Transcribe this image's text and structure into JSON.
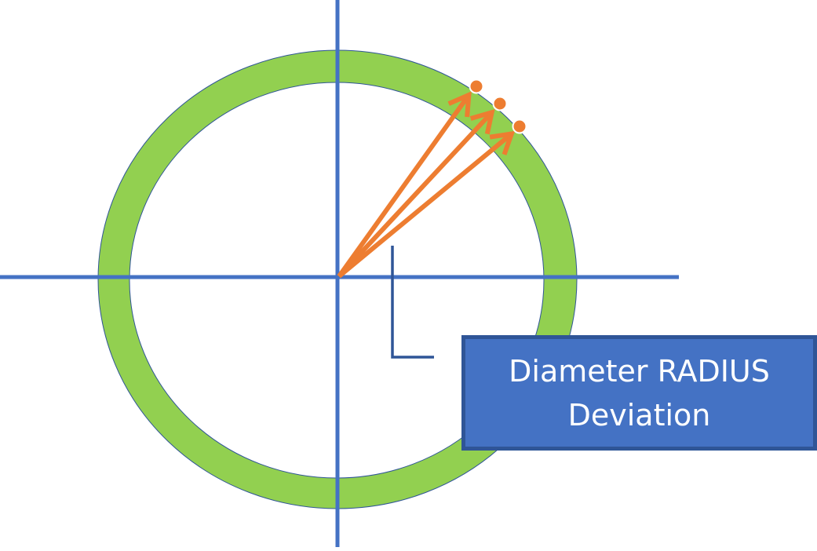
{
  "colors": {
    "ring": "#92D050",
    "ring_outline": "#2F5597",
    "axis": "#4472C4",
    "arrow": "#ED7D31",
    "marker": "#2F5597",
    "box_fill": "#4472C4",
    "box_border": "#2F5597"
  },
  "label": {
    "line1": "Diameter RADIUS",
    "line2": "Deviation"
  },
  "arrows_count": 3
}
